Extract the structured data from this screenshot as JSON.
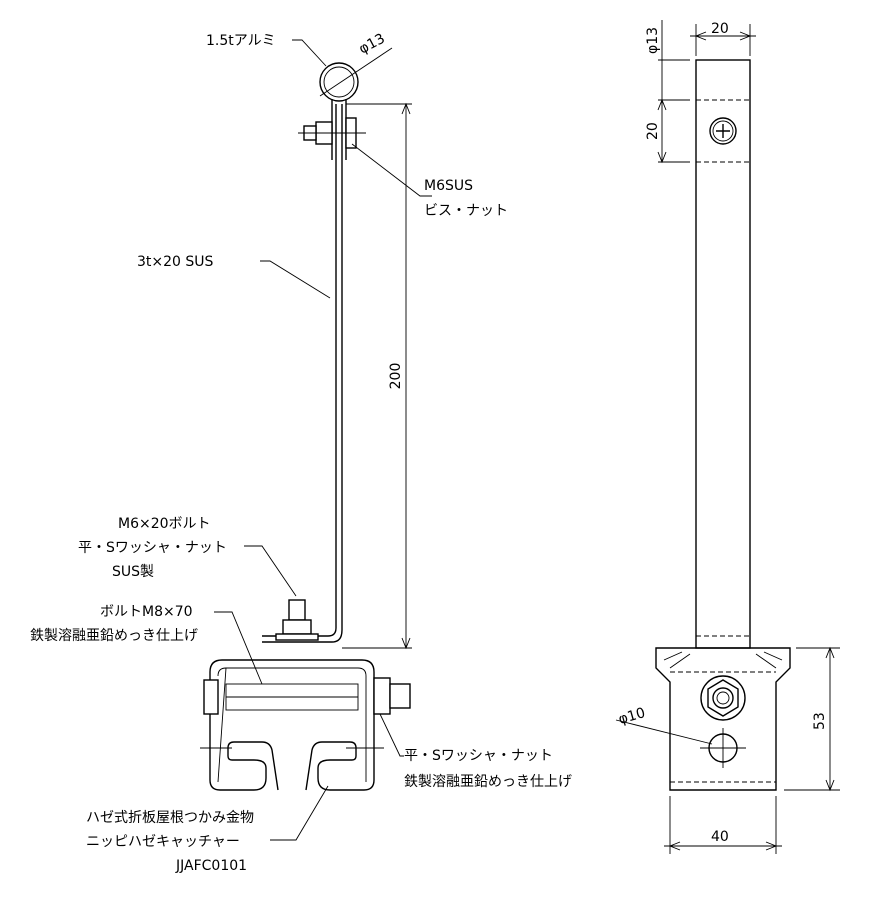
{
  "labels": {
    "aluminum": "1.5tアルミ",
    "phi13_top": "φ13",
    "m6sus_1": "M6SUS",
    "m6sus_2": "ビス・ナット",
    "strap": "3t×20 SUS",
    "dim_200": "200",
    "bolt_m6_1": "M6×20ボルト",
    "bolt_m6_2": "平・Sワッシャ・ナット",
    "bolt_m6_3": "SUS製",
    "bolt_m8_1": "ボルトM8×70",
    "bolt_m8_2": "鉄製溶融亜鉛めっき仕上げ",
    "washer_1": "平・Sワッシャ・ナット",
    "washer_2": "鉄製溶融亜鉛めっき仕上げ",
    "product_1": "ハゼ式折板屋根つかみ金物",
    "product_2": "ニッピハゼキャッチャー",
    "product_code": "JJAFC0101",
    "side_dim_20_top": "20",
    "side_phi13": "φ13",
    "side_dim_20_left": "20",
    "side_phi10": "φ10",
    "side_dim_53": "53",
    "side_dim_40": "40"
  }
}
